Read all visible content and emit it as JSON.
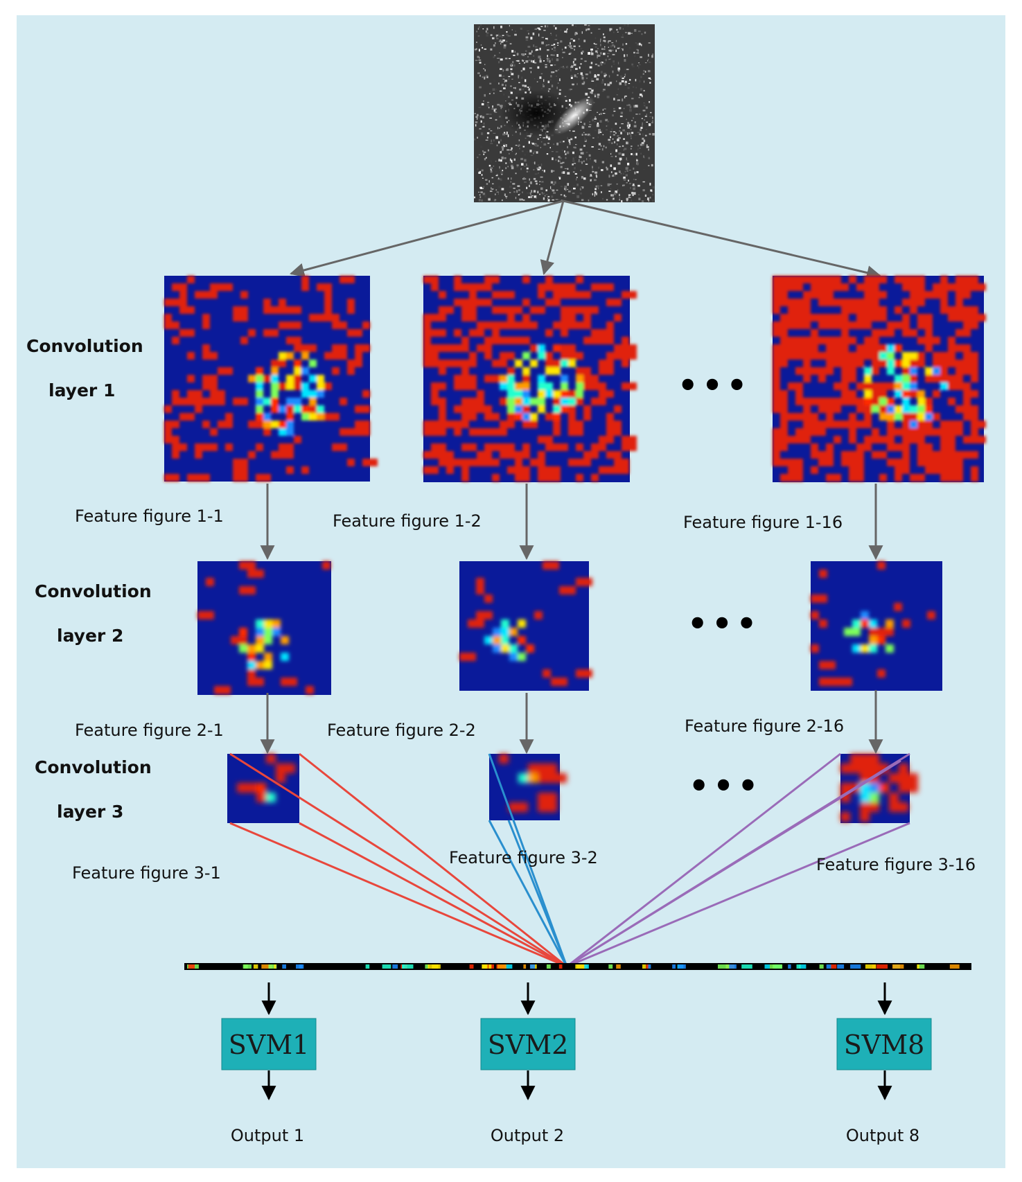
{
  "colors": {
    "background": "#d4ebf2",
    "heatmap_base": "#0a1a9a",
    "heatmap_hot": "#e02410",
    "arrow": "#666666",
    "svm_box": "#1eb0b7",
    "line_red": "#e8473c",
    "line_blue": "#2a8fce",
    "line_purple": "#9a6bb8",
    "feature_bar": "#000000"
  },
  "layer_labels": [
    {
      "line1": "Convolution",
      "line2": "layer 1"
    },
    {
      "line1": "Convolution",
      "line2": "layer 2"
    },
    {
      "line1": "Convolution",
      "line2": "layer 3"
    }
  ],
  "feature_labels": {
    "layer1": [
      "Feature figure 1-1",
      "Feature figure 1-2",
      "Feature figure 1-16"
    ],
    "layer2": [
      "Feature figure 2-1",
      "Feature figure 2-2",
      "Feature figure 2-16"
    ],
    "layer3": [
      "Feature figure 3-1",
      "Feature figure 3-2",
      "Feature figure 3-16"
    ]
  },
  "ellipsis": "•••",
  "svm_boxes": [
    "SVM1",
    "SVM2",
    "SVM8"
  ],
  "outputs": [
    "Output 1",
    "Output 2",
    "Output 8"
  ],
  "icons": {
    "input": "sar-input-image",
    "feature_map": "heatmap-feature-map",
    "arrow": "arrow-down-icon"
  }
}
